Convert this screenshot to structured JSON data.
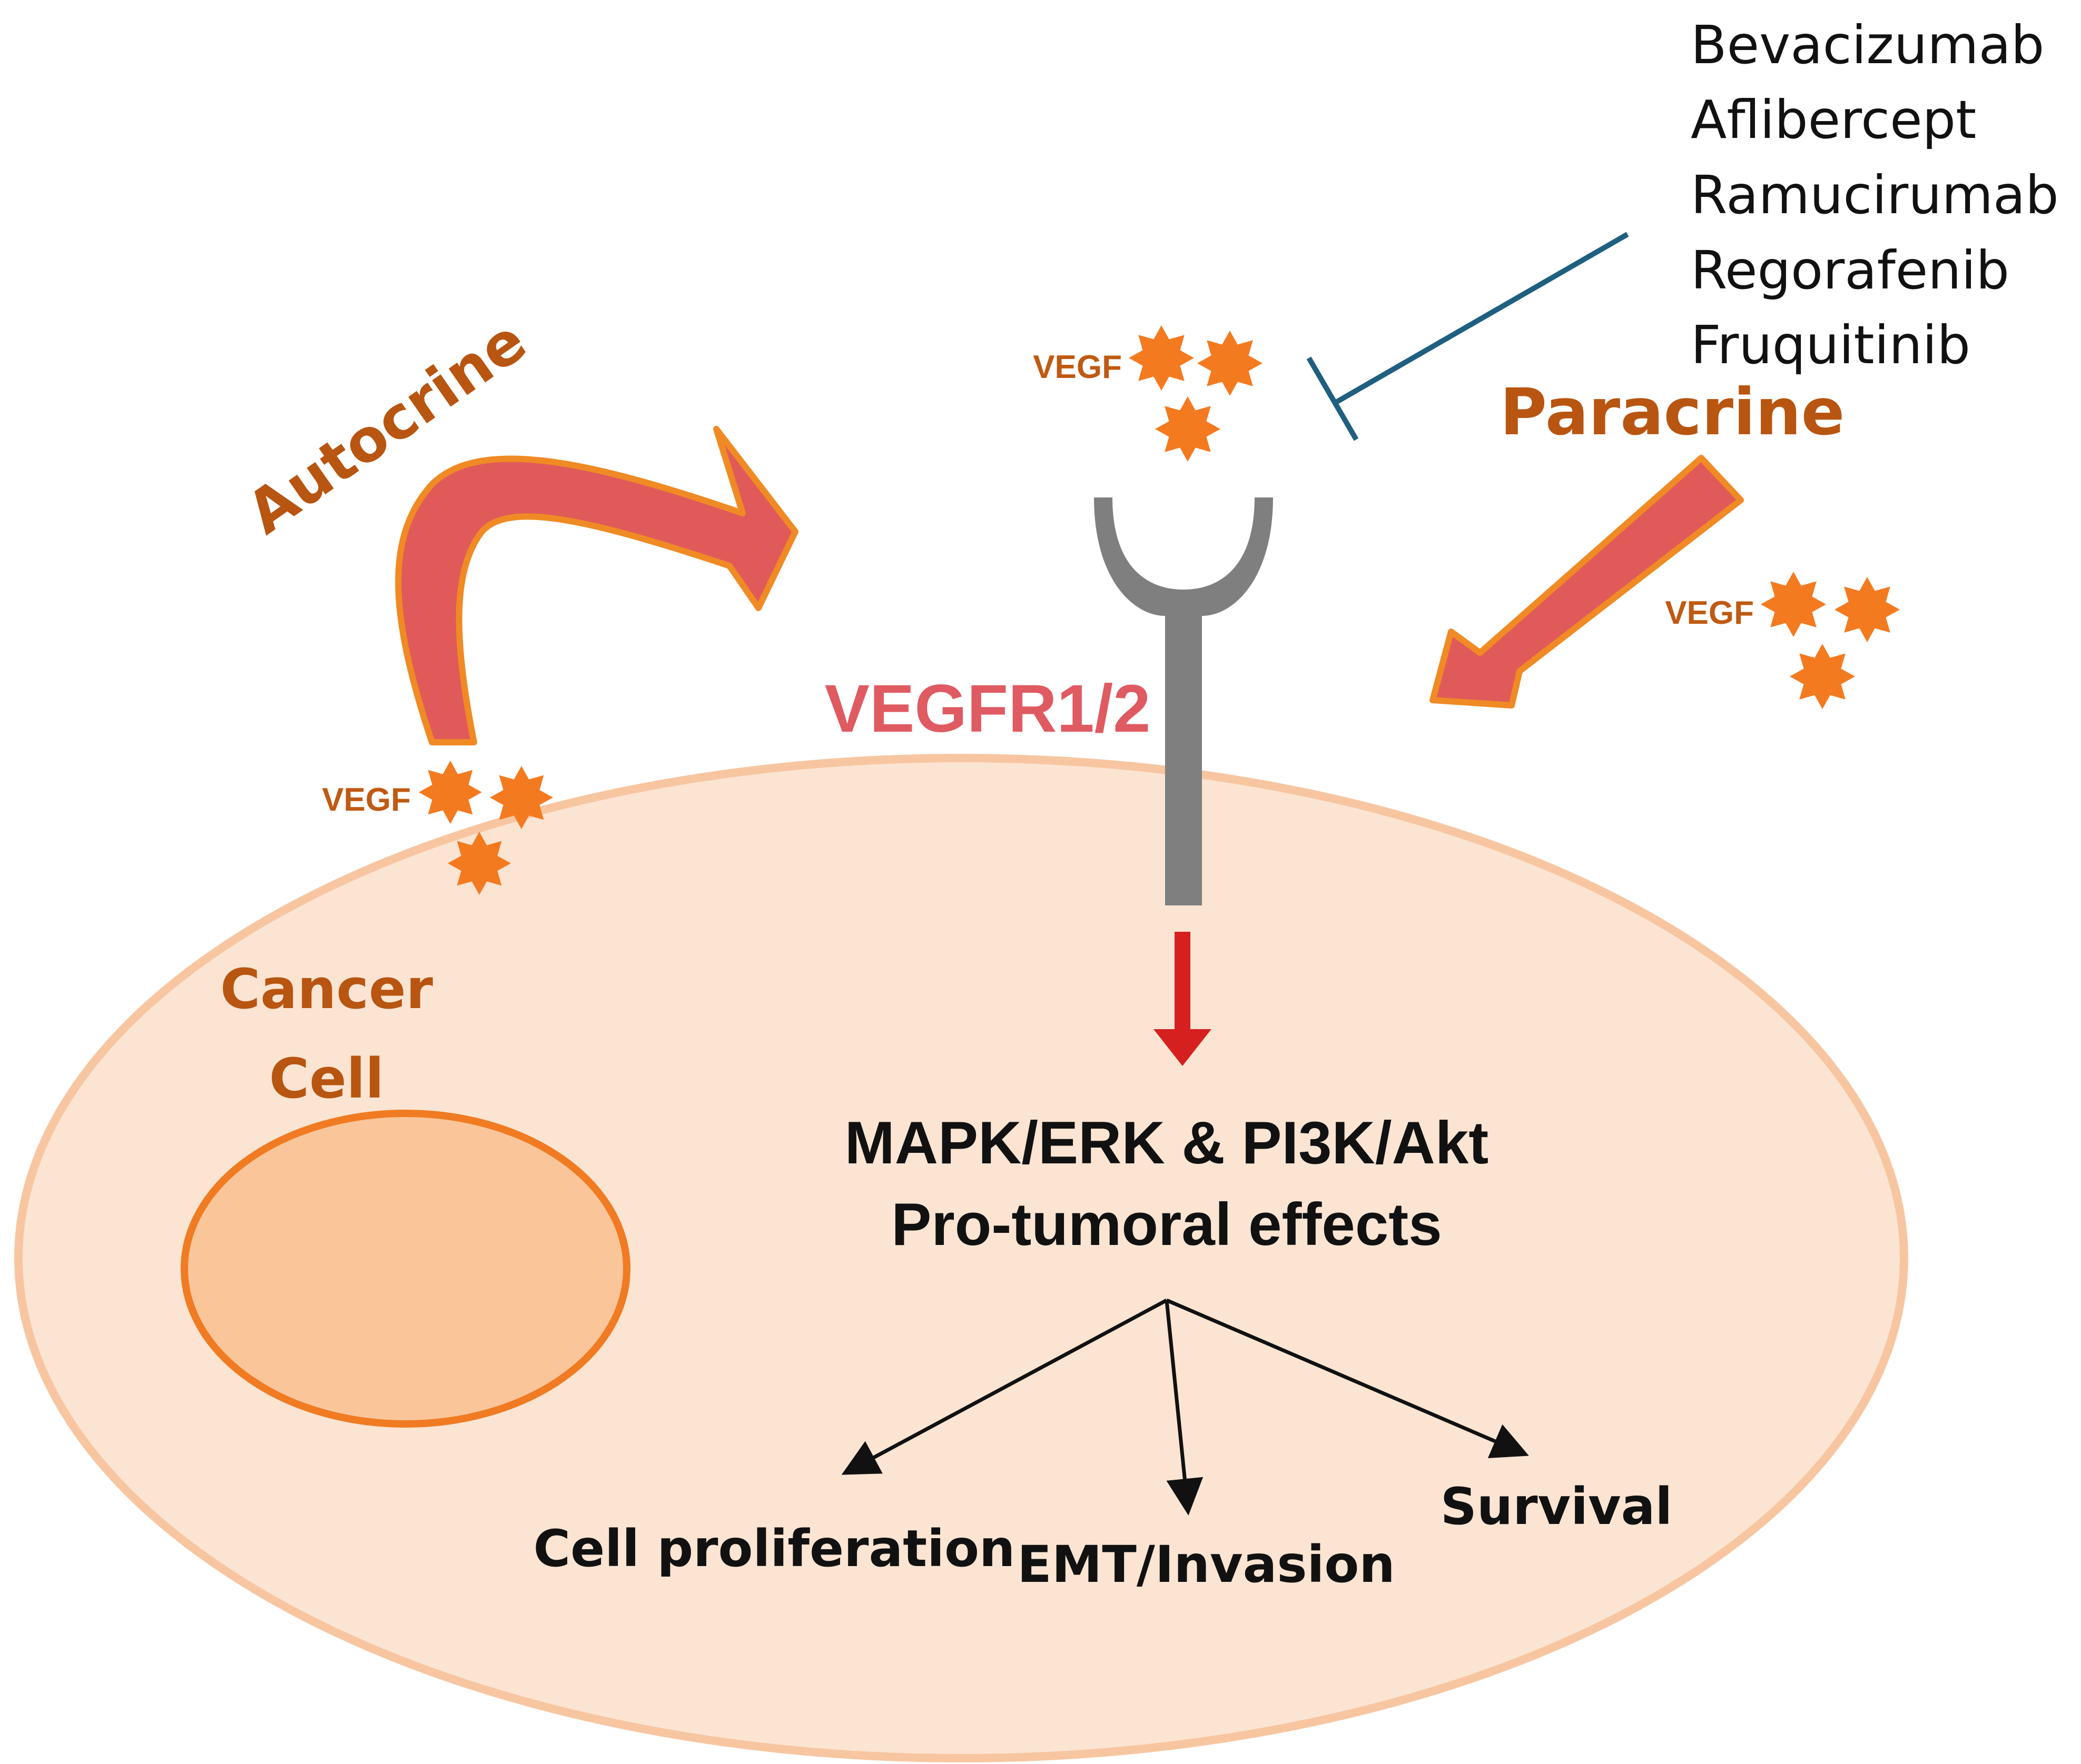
{
  "drugs": [
    "Bevacizumab",
    "Aflibercept",
    "Ramucirumab",
    "Regorafenib",
    "Fruquitinib"
  ],
  "labels": {
    "autocrine": "Autocrine",
    "paracrine": "Paracrine",
    "receptor": "VEGFR1/2",
    "cell": [
      "Cancer",
      "Cell"
    ],
    "vegf": "VEGF",
    "pathway": "MAPK/ERK & PI3K/Akt",
    "effects_heading": "Pro-tumoral effects",
    "outcome_proliferation": "Cell proliferation",
    "outcome_emt": "EMT/Invasion",
    "outcome_survival": "Survival"
  },
  "colors": {
    "cell_fill": "#fbe4d2",
    "cell_stroke": "#f7c6a1",
    "nucleus_fill": "#fbc59a",
    "nucleus_stroke": "#f07b22",
    "vegf_star": "#f47a20",
    "vegf_text": "#c05a12",
    "curved_arrow_fill": "#e05a5a",
    "curved_arrow_stroke": "#f08a24",
    "autocrine_text": "#b85511",
    "paracrine_text": "#b85511",
    "receptor_gray": "#7f7f7f",
    "receptor_label": "#e05a62",
    "signal_arrow": "#d62020",
    "inhibitor_line": "#1f5f80",
    "text_dark": "#111111"
  },
  "icons": {
    "vegf": "star-icon",
    "receptor": "receptor-icon",
    "inhibition": "inhibition-bar-icon"
  }
}
